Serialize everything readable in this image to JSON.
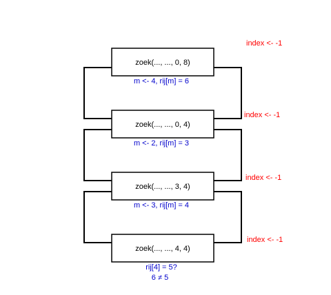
{
  "calls": [
    {
      "label": "zoek(..., ..., 0, 8)",
      "note": "m <- 4, rij[m] = 6",
      "return": "index <- -1"
    },
    {
      "label": "zoek(..., ..., 0, 4)",
      "note": "m <- 2, rij[m] = 3",
      "return": "index <- -1"
    },
    {
      "label": "zoek(..., ..., 3, 4)",
      "note": "m <- 3, rij[m] = 4",
      "return": "index <- -1"
    },
    {
      "label": "zoek(..., ..., 4, 4)",
      "note": "",
      "return": "index <- -1"
    }
  ],
  "final_check": {
    "line1": "rij[4] = 5?",
    "line2": "6 ≠ 5"
  },
  "colors": {
    "note": "#0000cc",
    "return": "#ff0000",
    "box": "#000000"
  }
}
